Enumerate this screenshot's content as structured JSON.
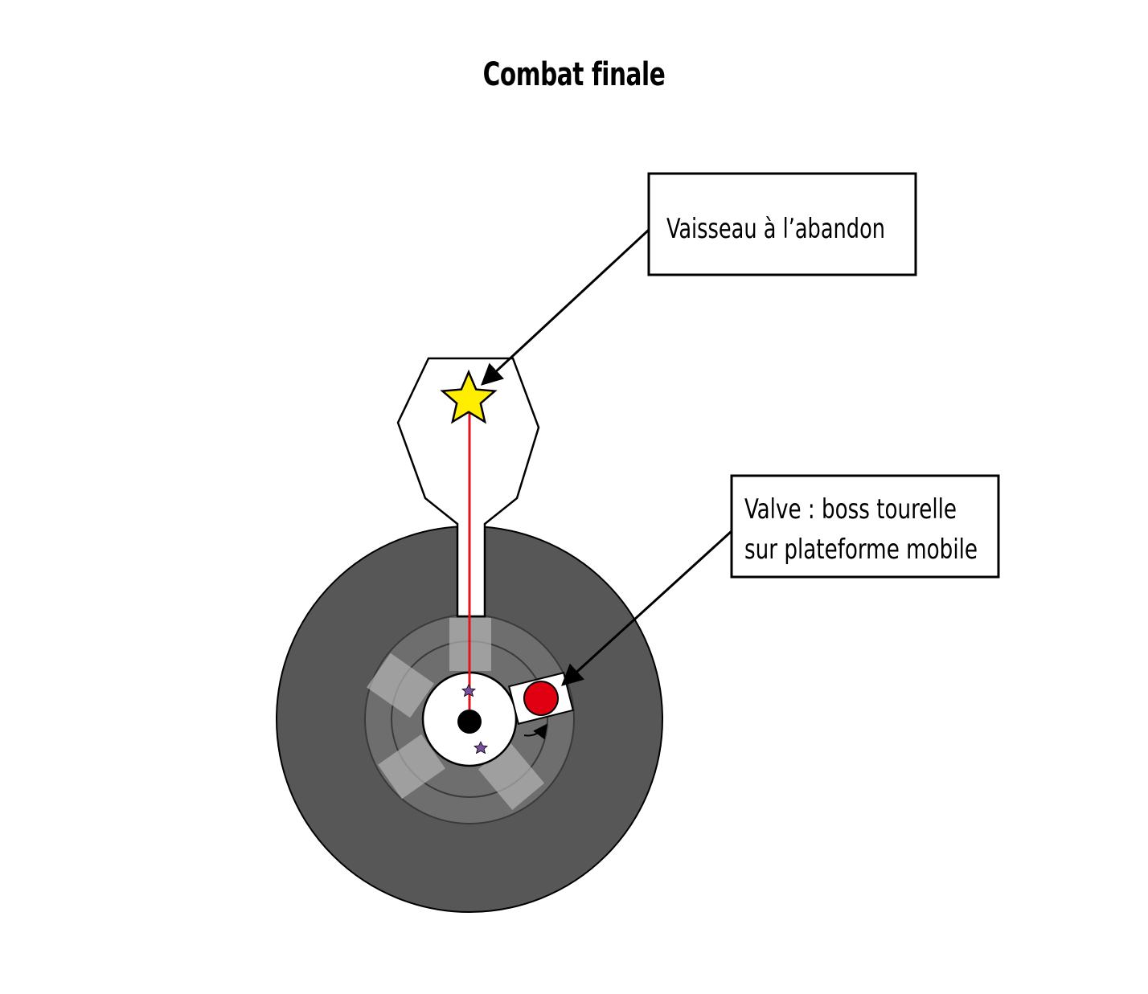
{
  "title": "Combat finale",
  "labels": {
    "ship": "Vaisseau à l’abandon",
    "valve_line1": "Valve : boss tourelle",
    "valve_line2": "sur plateforme mobile"
  },
  "colors": {
    "outer_disc": "#575757",
    "inner_disc": "#6e6e6e",
    "platform": "#b4b4b4",
    "star": "#ffee00",
    "laser": "#e0141c",
    "boss": "#e00012",
    "small_star": "#7a4fa0",
    "outline": "#000000",
    "background": "#ffffff"
  },
  "icons": {
    "ship_marker": "star-icon",
    "boss_marker": "red-circle",
    "spawn_markers": "small-star-icon"
  }
}
